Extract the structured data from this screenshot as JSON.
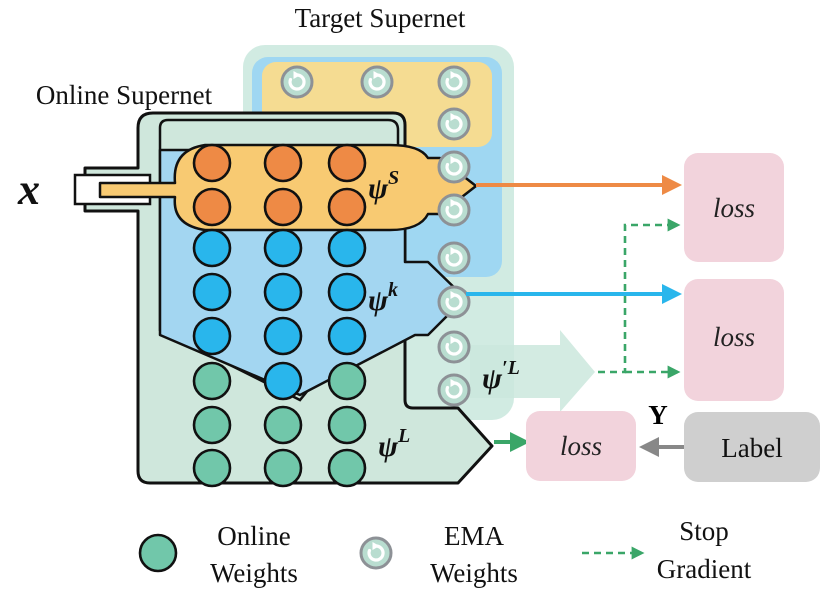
{
  "titles": {
    "target": "Target Supernet",
    "online": "Online Supernet"
  },
  "input": {
    "symbol": "x"
  },
  "paths": [
    {
      "symbol": "ψ",
      "sup": "S"
    },
    {
      "symbol": "ψ",
      "sup": "k"
    },
    {
      "symbol": "ψ",
      "sup": "′L"
    },
    {
      "symbol": "ψ",
      "sup": "L"
    }
  ],
  "losses": [
    "loss",
    "loss",
    "loss"
  ],
  "label_box": {
    "text": "Label",
    "arrow_label": "Y"
  },
  "legend": {
    "online": {
      "line1": "Online",
      "line2": "Weights"
    },
    "ema": {
      "line1": "EMA",
      "line2": "Weights"
    },
    "stop": {
      "line1": "Stop",
      "line2": "Gradient"
    }
  },
  "colors": {
    "orange": "#ee8a45",
    "blue": "#29b6ec",
    "green": "#71c7aa",
    "loss_fill": "#f2d3dc",
    "label_fill": "#cfcfcf",
    "dashed_green": "#3aa668"
  }
}
